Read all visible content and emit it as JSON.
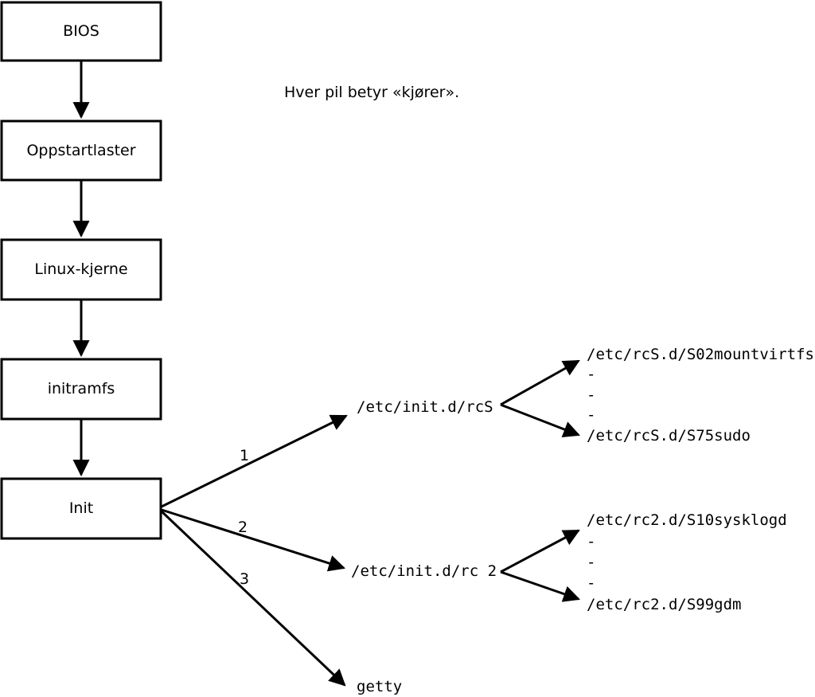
{
  "note": "Hver pil betyr «kjører».",
  "colors": {
    "line": "#000000",
    "box_fill": "#ffffff",
    "background": "#ffffff"
  },
  "boot_chain": [
    "BIOS",
    "Oppstartlaster",
    "Linux-kjerne",
    "initramfs",
    "Init"
  ],
  "init_children": [
    {
      "order": "1",
      "target": "/etc/init.d/rcS"
    },
    {
      "order": "2",
      "target": "/etc/init.d/rc 2"
    },
    {
      "order": "3",
      "target": "getty"
    }
  ],
  "rcs_scripts": [
    "/etc/rcS.d/S02mountvirtfs",
    "-",
    "-",
    "-",
    "/etc/rcS.d/S75sudo"
  ],
  "rc2_scripts": [
    "/etc/rc2.d/S10sysklogd",
    "-",
    "-",
    "-",
    "/etc/rc2.d/S99gdm"
  ]
}
